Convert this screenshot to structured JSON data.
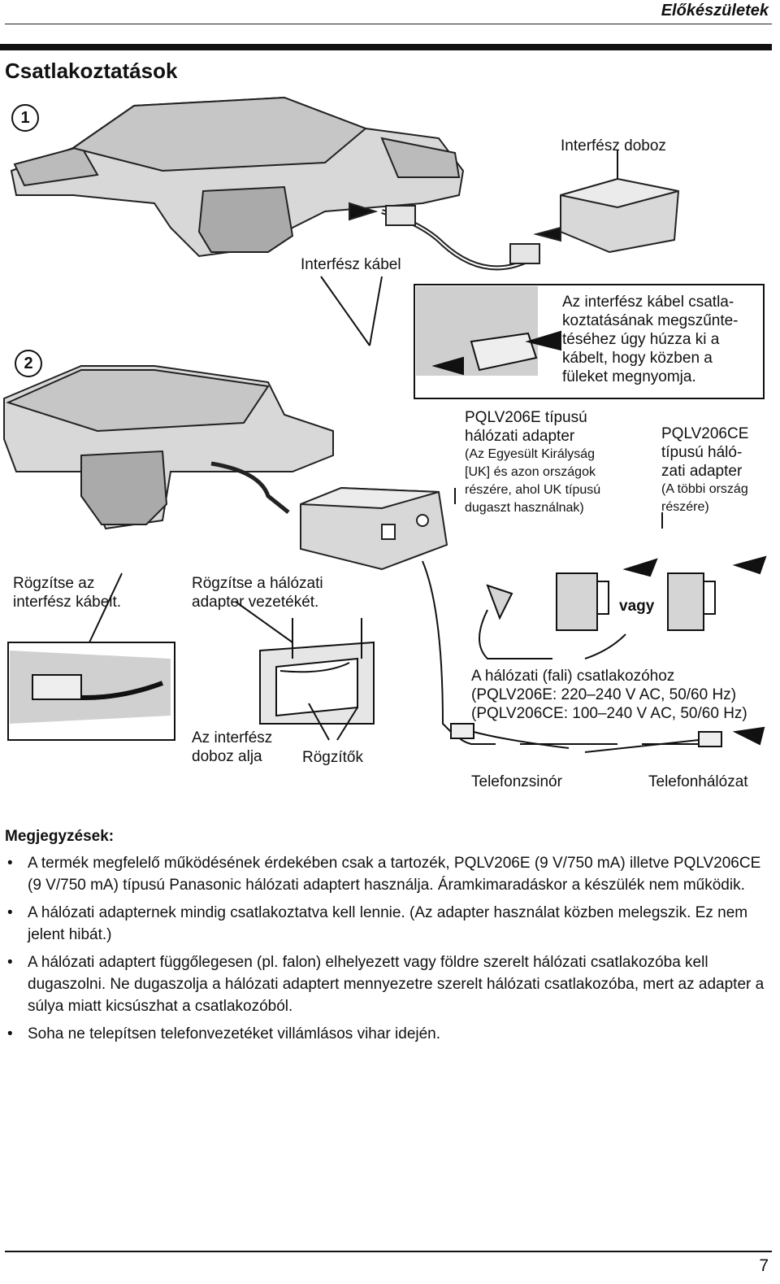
{
  "header": {
    "section": "Előkészületek"
  },
  "page_title": "Csatlakoztatások",
  "steps": {
    "step1": "1",
    "step2": "2"
  },
  "labels": {
    "interface_box": "Interfész doboz",
    "interface_cable": "Interfész kábel",
    "disconnect_note": "Az interfész kábel csatla-koztatásának megszűnte-téséhez úgy húzza ki a kábelt, hogy közben a füleket megnyomja.",
    "disconnect_lines": [
      "Az interfész kábel csatla-",
      "koztatásának megszűnte-",
      "téséhez úgy húzza ki a",
      "kábelt, hogy közben a",
      "füleket megnyomja."
    ],
    "adapter_e_title": [
      "PQLV206E típusú",
      "hálózati adapter"
    ],
    "adapter_e_note": [
      "(Az Egyesült Királyság",
      "[UK] és azon országok",
      "részére, ahol UK típusú",
      "dugaszt használnak)"
    ],
    "adapter_ce_title": [
      "PQLV206CE",
      "típusú háló-",
      "zati adapter"
    ],
    "adapter_ce_note": [
      "(A többi ország",
      "részére)"
    ],
    "fix_cable": [
      "Rögzítse az",
      "interfész kábelt."
    ],
    "fix_adapter": [
      "Rögzítse a hálózati",
      "adapter vezetékét."
    ],
    "or": "vagy",
    "box_bottom": [
      "Az interfész",
      "doboz alja"
    ],
    "fasteners": "Rögzítők",
    "outlet": [
      "A hálózati (fali) csatlakozóhoz",
      "(PQLV206E: 220–240 V AC, 50/60 Hz)",
      "(PQLV206CE: 100–240 V AC, 50/60 Hz)"
    ],
    "phone_cord": "Telefonzsinór",
    "phone_network": "Telefonhálózat"
  },
  "notes": {
    "title": "Megjegyzések:",
    "items": [
      "A termék megfelelő működésének érdekében csak a tartozék, PQLV206E (9 V/750 mA) illetve PQLV206CE (9 V/750 mA) típusú Panasonic hálózati adaptert használja. Áramkimaradáskor a készülék nem működik.",
      "A hálózati adapternek mindig csatlakoztatva kell lennie. (Az adapter használat közben melegszik. Ez nem jelent hibát.)",
      "A hálózati adaptert függőlegesen (pl. falon) elhelyezett vagy földre szerelt hálózati csatlakozóba kell dugaszolni. Ne dugaszolja a hálózati adaptert mennyezetre szerelt hálózati csatlakozóba, mert az adapter a súlya miatt kicsúszhat a csatlakozóból.",
      "Soha ne telepítsen telefonvezetéket villámlásos vihar idején."
    ]
  },
  "footer": {
    "page_number": "7"
  }
}
